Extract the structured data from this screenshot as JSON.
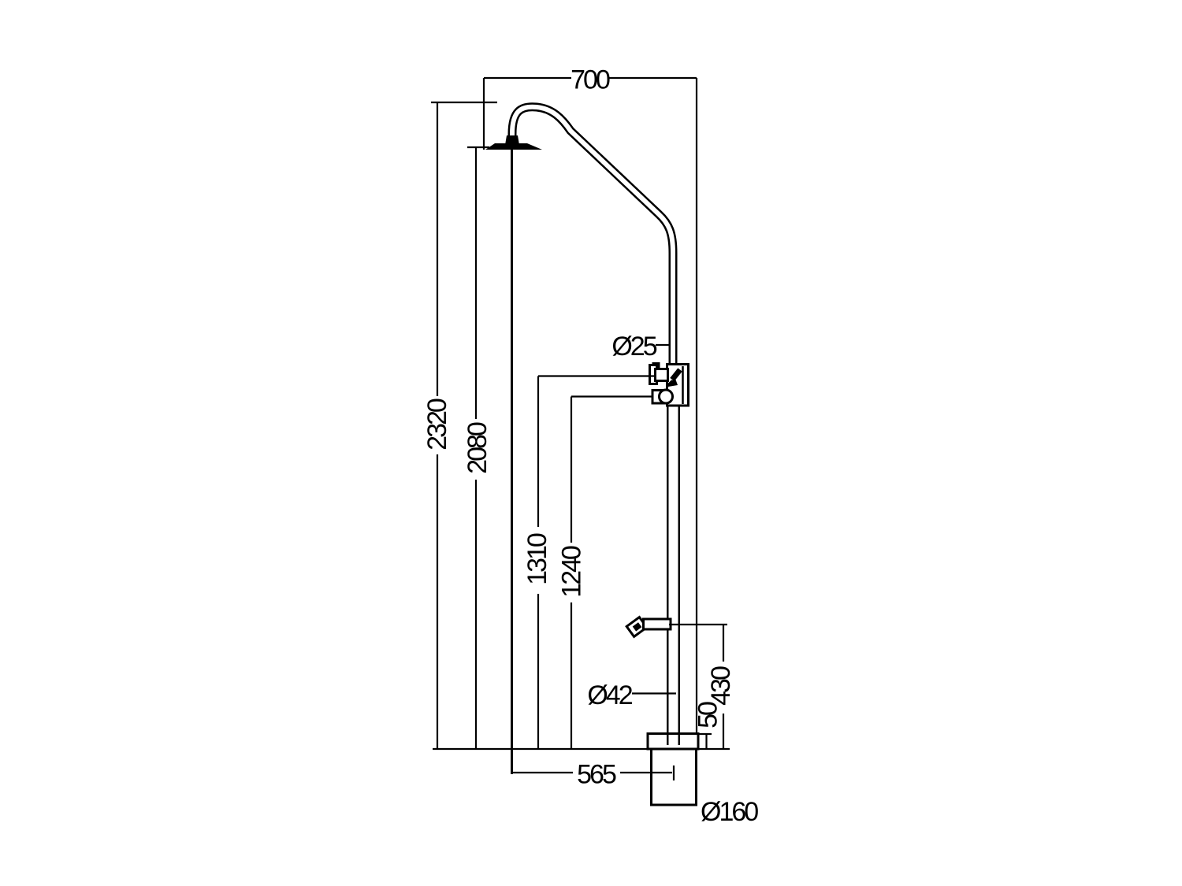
{
  "dimensions": {
    "top_width": "700",
    "overall_height": "2320",
    "showerhead_height": "2080",
    "upper_handle_height": "1310",
    "lower_handle_height": "1240",
    "upper_pipe_diameter": "Ø25",
    "lower_pipe_diameter": "Ø42",
    "hand_shower_height": "430",
    "base_plate_height": "50",
    "head_offset": "565",
    "base_plate_diameter": "Ø160"
  }
}
